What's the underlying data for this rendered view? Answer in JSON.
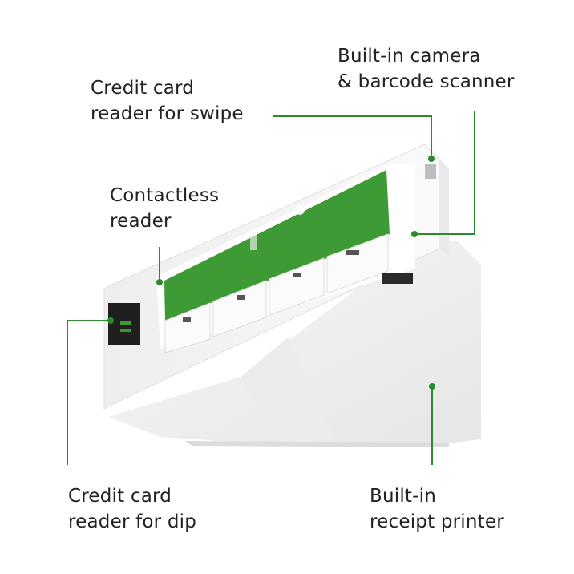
{
  "colors": {
    "accent": "#2b8a2b",
    "screen_green": "#3e9a34",
    "device_white": "#f4f4f4",
    "leader_line": "#2b8a2b"
  },
  "callouts": {
    "camera": {
      "line1": "Built-in camera",
      "line2": "& barcode scanner"
    },
    "swipe": {
      "line1": "Credit card",
      "line2": "reader for swipe"
    },
    "contactless": {
      "line1": "Contactless",
      "line2": "reader"
    },
    "dip": {
      "line1": "Credit card",
      "line2": "reader for dip"
    },
    "printer": {
      "line1": "Built-in",
      "line2": "receipt printer"
    }
  },
  "device": {
    "name": "POS terminal with green touchscreen"
  }
}
